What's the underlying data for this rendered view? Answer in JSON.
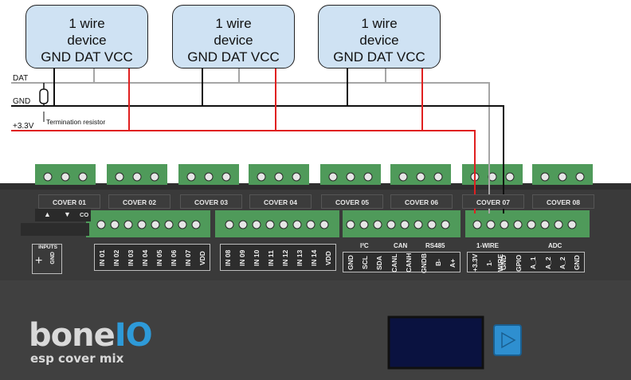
{
  "devices": [
    {
      "line1": "1 wire",
      "line2": "device",
      "line3": "GND  DAT VCC"
    },
    {
      "line1": "1 wire",
      "line2": "device",
      "line3": "GND  DAT VCC"
    },
    {
      "line1": "1 wire",
      "line2": "device",
      "line3": "GND  DAT VCC"
    }
  ],
  "wires": {
    "dat": "DAT",
    "gnd": "GND",
    "vcc": "+3.3V",
    "resistor": "Termination resistor"
  },
  "wire_colors": {
    "dat": "#a6a6a6",
    "gnd": "#111111",
    "vcc": "#e02020"
  },
  "covers": [
    "COVER 01",
    "COVER 02",
    "COVER 03",
    "COVER 04",
    "COVER 05",
    "COVER 06",
    "COVER 07",
    "COVER 08"
  ],
  "cover01_buttons": {
    "up": "▲",
    "down": "▼",
    "co": "CO"
  },
  "inputs_block": {
    "title": "INPUTS",
    "plus": "+",
    "gnd": "GND"
  },
  "pins_group1": [
    "IN 01",
    "IN 02",
    "IN 03",
    "IN 04",
    "IN 05",
    "IN 06",
    "IN 07",
    "VDD"
  ],
  "pins_group2": [
    "IN 08",
    "IN 09",
    "IN 10",
    "IN 11",
    "IN 12",
    "IN 13",
    "IN 14",
    "VDD"
  ],
  "pins_group3": [
    "GND",
    "SCL",
    "SDA",
    "CANL",
    "CANH",
    "GNDB",
    "B-",
    "A+"
  ],
  "pins_group4": [
    "+3.3V",
    "1-WIRE",
    "GND",
    "GPIO",
    "A_1",
    "A_2",
    "A_2",
    "GND"
  ],
  "group_labels": {
    "i2c": "I²C",
    "can": "CAN",
    "rs485": "RS485",
    "onewire": "1-WIRE",
    "adc": "ADC"
  },
  "brand": {
    "logo_a": "bone",
    "logo_b": "IO",
    "subtitle": "esp cover mix"
  },
  "display_button_icon": "play-triangle-icon"
}
